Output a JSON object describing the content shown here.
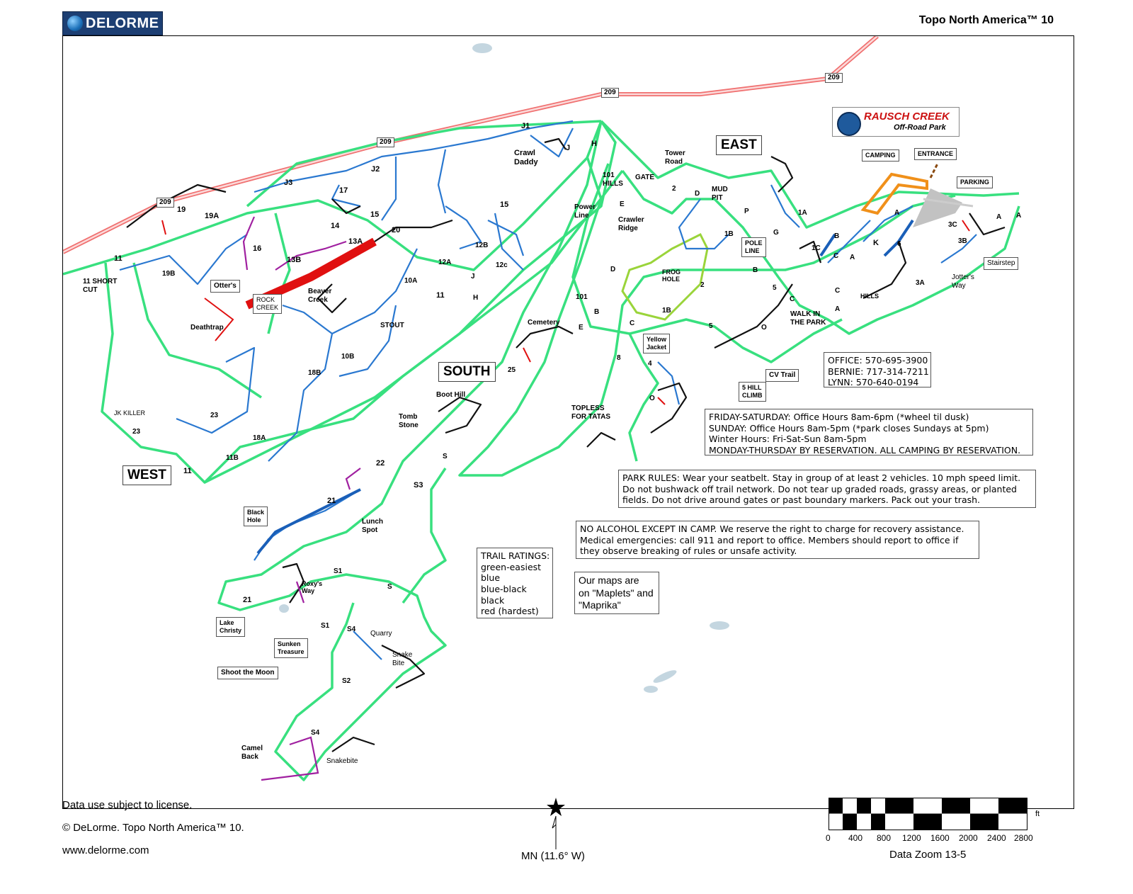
{
  "header": {
    "brand": "DELORME",
    "product": "Topo North America™ 10"
  },
  "park_logo": {
    "line1": "RAUSCH CREEK",
    "line2": "Off-Road Park"
  },
  "regions": {
    "west": "WEST",
    "south": "SOUTH",
    "east": "EAST"
  },
  "road": {
    "route": "209"
  },
  "trail_labels": {
    "j1": "J1",
    "j": "J",
    "j2": "J2",
    "j3": "J3",
    "h": "H",
    "crawl_daddy": "Crawl\nDaddy",
    "n17": "17",
    "n15a": "15",
    "n15b": "15",
    "n19": "19",
    "n19a": "19A",
    "n14": "14",
    "n20": "20",
    "n13a": "13A",
    "n16": "16",
    "n13b": "13B",
    "n11a": "11",
    "n11b": "11",
    "n11c": "11",
    "short_cut": "11 SHORT\nCUT",
    "n19b": "19B",
    "deathtrap": "Deathtrap",
    "beaver_creek": "Beaver\nCreek",
    "n10a": "10A",
    "n12a": "12A",
    "n12b": "12B",
    "n12c": "12c",
    "j_lower": "J",
    "h_lower": "H",
    "stout": "STOUT",
    "n10b": "10B",
    "n18b": "18B",
    "jk_killer": "JK KILLER",
    "n23a": "23",
    "n23b": "23",
    "n18a": "18A",
    "n11b2": "11B",
    "hills101": "101\nHILLS",
    "gate": "GATE",
    "tower_road": "Tower\nRoad",
    "power_line": "Power\nLine",
    "e1": "E",
    "crawler_ridge": "Crawler\nRidge",
    "d1": "D",
    "n101": "101",
    "b1": "B",
    "e2": "E",
    "cemetery": "Cemetery",
    "n2a": "2",
    "d2": "D",
    "mud_pit": "MUD\nPIT",
    "p": "P",
    "g": "G",
    "n1a": "1A",
    "n1b": "1B",
    "n1c": "1C",
    "b2": "B",
    "c1": "C",
    "a1": "A",
    "frog_hole": "FROG\nHOLE",
    "n2b": "2",
    "n1b2": "1B",
    "b3": "B",
    "n5a": "5",
    "n5b": "5",
    "c2": "C",
    "a2": "A",
    "walk_in": "WALK IN\nTHE PARK",
    "o1": "O",
    "k": "K",
    "n6": "6",
    "a3": "A",
    "c3": "C",
    "hills": "HILLS",
    "n3a": "3A",
    "n3b": "3B",
    "n3c": "3C",
    "a4": "A",
    "a5": "A",
    "jotters_way": "Jotter's\nWay",
    "c4": "C",
    "n8": "8",
    "n4": "4",
    "o2": "O",
    "topless": "TOPLESS\nFOR TATAS",
    "n25": "25",
    "boot_hill": "Boot Hill",
    "tomb_stone": "Tomb\nStone",
    "s1": "S",
    "s3": "S3",
    "n22": "22",
    "n21a": "21",
    "lunch_spot": "Lunch\nSpot",
    "s1b": "S1",
    "s2": "S",
    "n21b": "21",
    "roxys_way": "Roxy's\nWay",
    "s1c": "S1",
    "s4a": "S4",
    "quarry": "Quarry",
    "snake_bite": "Snake\nBite",
    "s2b": "S2",
    "s4b": "S4",
    "camel_back": "Camel\nBack",
    "snakebite": "Snakebite"
  },
  "callouts": {
    "otters": "Otter's",
    "rock_creek": "ROCK\nCREEK",
    "camping": "CAMPING",
    "entrance": "ENTRANCE",
    "parking": "PARKING",
    "pole_line": "POLE\nLINE",
    "stairstep": "Stairstep",
    "yellow_jacket": "Yellow\nJacket",
    "cv_trail": "CV Trail",
    "hill_climb": "5 HILL\nCLIMB",
    "black_hole": "Black\nHole",
    "lake_christy": "Lake\nChristy",
    "sunken_treasure": "Sunken\nTreasure",
    "shoot_the_moon": "Shoot the Moon"
  },
  "contacts": [
    "OFFICE:  570-695-3900",
    "BERNIE:  717-314-7211",
    "LYNN:    570-640-0194"
  ],
  "hours": [
    "FRIDAY-SATURDAY:  Office Hours 8am-6pm (*wheel til dusk)",
    "SUNDAY:  Office Hours 8am-5pm (*park closes Sundays at 5pm)",
    "Winter Hours:  Fri-Sat-Sun 8am-5pm",
    "MONDAY-THURSDAY BY RESERVATION.  ALL CAMPING BY RESERVATION."
  ],
  "rules": [
    "PARK RULES:  Wear your seatbelt.  Stay in group of at least 2 vehicles.  10 mph speed limit.",
    "Do not bushwack off trail network.  Do not tear up graded roads, grassy areas, or planted",
    "fields.  Do not drive around gates or past boundary markers.  Pack out your trash."
  ],
  "alcohol": [
    "NO ALCOHOL EXCEPT IN CAMP.  We reserve the right to charge for recovery assistance.",
    "Medical emergencies:  call 911 and report to office.  Members should report to office if",
    "they observe breaking of rules or unsafe activity."
  ],
  "ratings": [
    "TRAIL RATINGS:",
    "green-easiest",
    "blue",
    "blue-black",
    "black",
    "red (hardest)"
  ],
  "maps_note": [
    "Our maps are",
    "on \"Maplets\" and",
    "\"Maprika\""
  ],
  "footer": {
    "license": "Data use subject to license.",
    "copyright": "© DeLorme. Topo North America™ 10.",
    "url": "www.delorme.com",
    "declination": "MN (11.6° W)",
    "zoom": "Data Zoom 13-5",
    "scale_unit": "ft",
    "scale_ticks": [
      "0",
      "400",
      "800",
      "1200",
      "1600",
      "2000",
      "2400",
      "2800"
    ]
  },
  "colors": {
    "easiest": "#38e07f",
    "blue": "#2a78d0",
    "black": "#111111",
    "red": "#e01010",
    "purple": "#a020a0",
    "orange": "#f0901a",
    "road": "#f07070",
    "water": "#c4d6e0"
  }
}
